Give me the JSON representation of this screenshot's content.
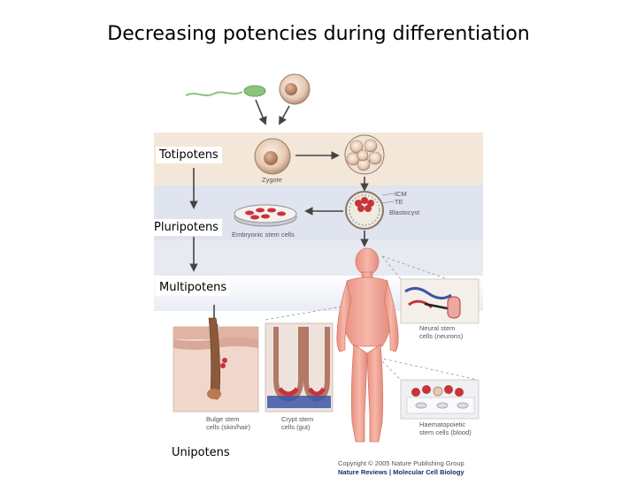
{
  "title": "Decreasing potencies during differentiation",
  "stages": {
    "totipotent": "Totipotens",
    "pluripotent": "Pluripotens",
    "multipotent": "Multipotens",
    "unipotent": "Unipotens"
  },
  "figure": {
    "zygote": "Zygote",
    "icm": "ICM",
    "te": "TE",
    "blastocyst": "Blastocyst",
    "embryonic_stem_cells": "Embryonic stem cells",
    "neural_stem_cells": [
      "Neural stem",
      "cells (neurons)"
    ],
    "bulge_stem_cells": [
      "Bulge stem",
      "cells (skin/hair)"
    ],
    "crypt_stem_cells": [
      "Crypt stem",
      "cells (gut)"
    ],
    "haematopoietic_stem_cells": [
      "Haematopoietic",
      "stem cells (blood)"
    ]
  },
  "copyright": {
    "line1": "Copyright © 2005 Nature Publishing Group",
    "line2_a": "Nature Reviews",
    "line2_b": "Molecular Cell Biology"
  },
  "colors": {
    "band_top": "#f2e6d8",
    "band_mid": "#dde3ee",
    "band_low": "#e6e9f0",
    "body": "#f0a89a",
    "skin": "#e9b6a6",
    "cell": "#e6c9b2",
    "nucleus": "#b9866a",
    "red": "#c8333a",
    "blue": "#3b56a8",
    "arrow": "#444444",
    "sperm": "#8cc47e"
  }
}
